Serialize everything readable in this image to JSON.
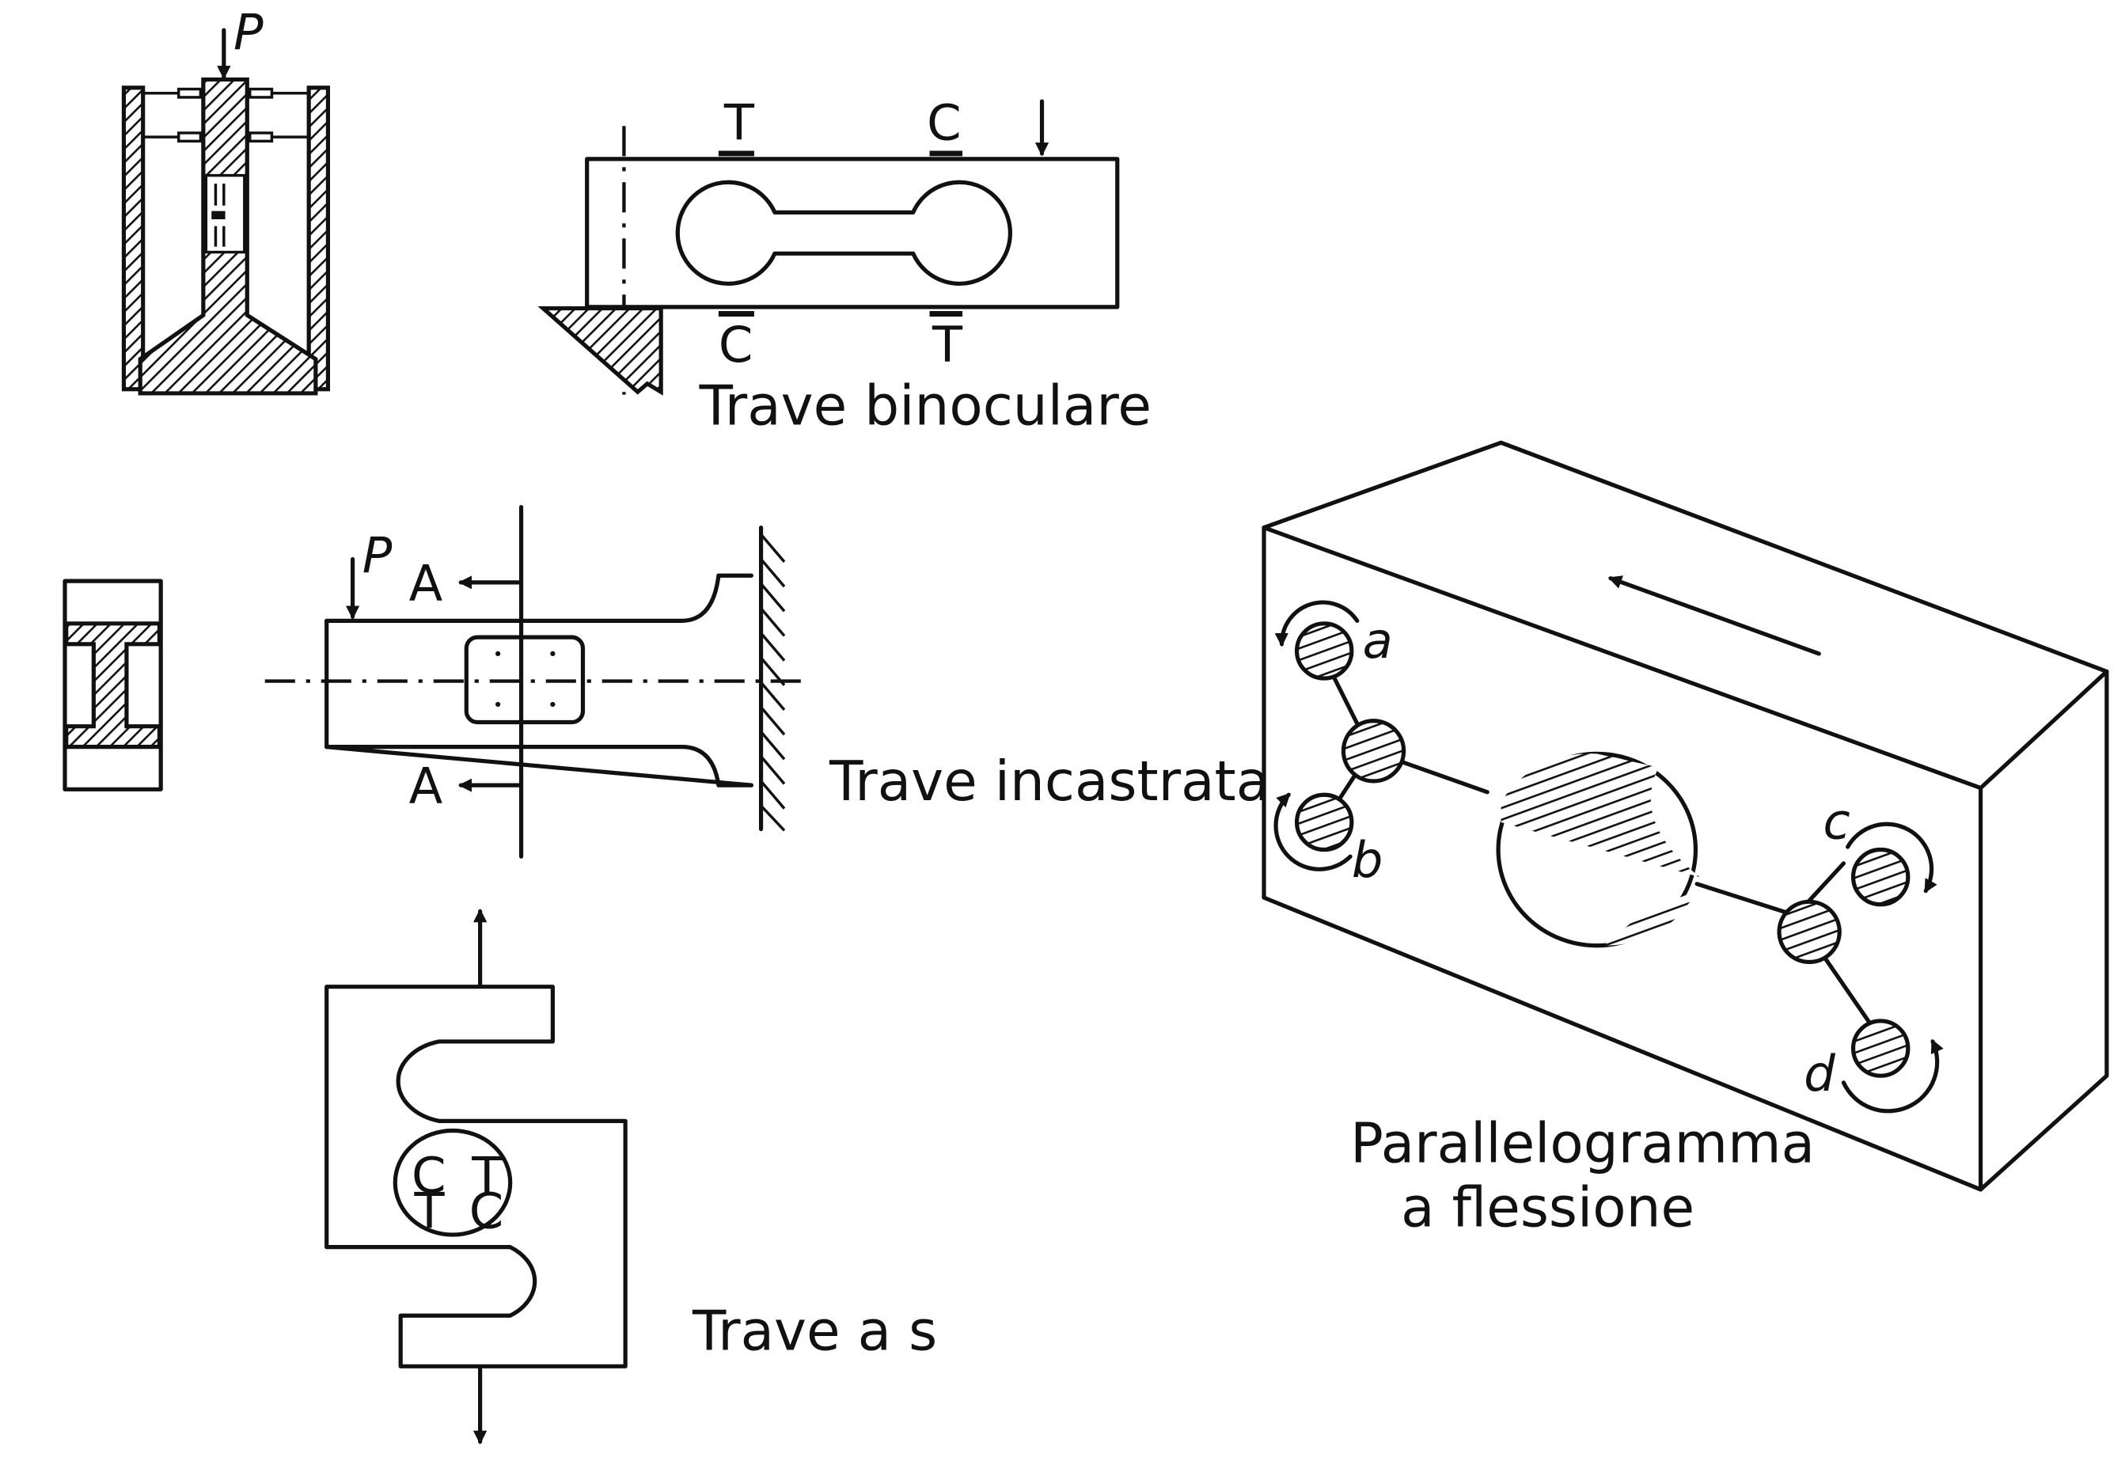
{
  "figure": {
    "colors": {
      "ink": "#111111",
      "paper": "#ffffff"
    },
    "column_cell": {
      "load_label": "P"
    },
    "binocular_beam": {
      "caption": "Trave binoculare",
      "top_labels": [
        "T",
        "C"
      ],
      "bottom_labels": [
        "C",
        "T"
      ]
    },
    "cantilever_beam": {
      "caption": "Trave incastrata",
      "load_label": "P",
      "section_labels": [
        "A",
        "A"
      ]
    },
    "s_beam": {
      "caption": "Trave a s",
      "gauge_labels": [
        "C",
        "T",
        "T",
        "C"
      ]
    },
    "bending_parallelogram": {
      "caption_line1": "Parallelogramma",
      "caption_line2": "a flessione",
      "gauge_labels": [
        "a",
        "b",
        "c",
        "d"
      ]
    }
  }
}
